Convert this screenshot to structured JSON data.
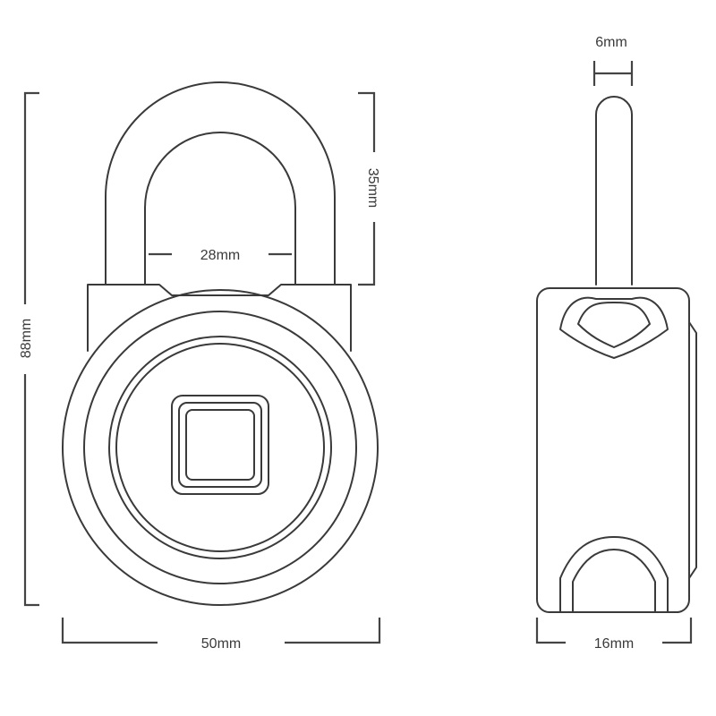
{
  "dimensions": {
    "total_height": "88mm",
    "shackle_height": "35mm",
    "shackle_inner_width": "28mm",
    "body_width": "50mm",
    "shackle_diameter": "6mm",
    "body_depth": "16mm"
  },
  "colors": {
    "line": "#3a3a3a",
    "background": "#ffffff"
  },
  "icons": [
    "fingerprint-sensor-icon"
  ]
}
